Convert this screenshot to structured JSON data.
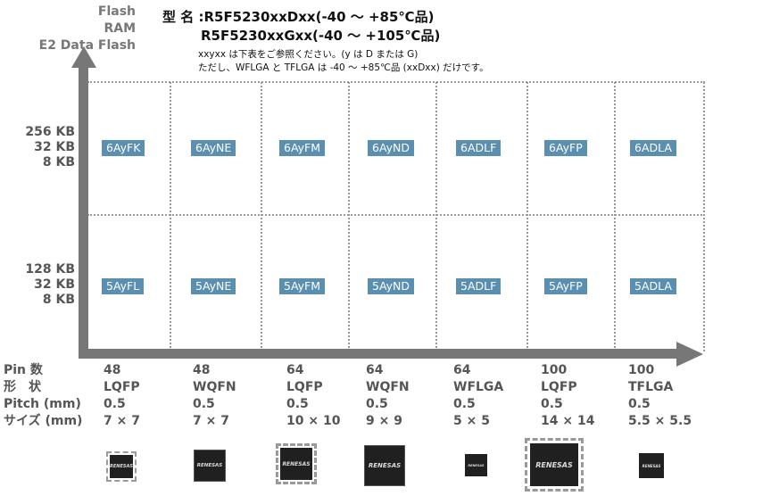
{
  "axis_labels": {
    "flash": "Flash",
    "ram": "RAM",
    "e2": "E2 Data Flash"
  },
  "header": {
    "line1_prefix": "型 名 :",
    "line1_model": "R5F5230xxDxx",
    "line1_range": "(-40 ～ +85℃品)",
    "line2_model": "R5F5230xxGxx",
    "line2_range": "(-40 ～ +105℃品)",
    "note1": "xxyxx は下表をご参照ください。(y は D または G)",
    "note2": "ただし、WFLGA と TFLGA は -40 ～ +85℃品 (xxDxx) だけです。"
  },
  "rows": [
    {
      "memory": [
        "256 KB",
        "32 KB",
        "8 KB"
      ],
      "codes": [
        "6AyFK",
        "6AyNE",
        "6AyFM",
        "6AyND",
        "6ADLF",
        "6AyFP",
        "6ADLA"
      ]
    },
    {
      "memory": [
        "128 KB",
        "32 KB",
        "8 KB"
      ],
      "codes": [
        "5AyFL",
        "5AyNE",
        "5AyFM",
        "5AyND",
        "5ADLF",
        "5AyFP",
        "5ADLA"
      ]
    }
  ],
  "package_headers": {
    "pins": "Pin 数",
    "shape": "形　状",
    "pitch": "Pitch (mm)",
    "size": "サイズ (mm)"
  },
  "packages": [
    {
      "pins": "48",
      "shape": "LQFP",
      "pitch": "0.5",
      "size": "7 × 7",
      "chip_icon": "qfp-chip-icon"
    },
    {
      "pins": "48",
      "shape": "WQFN",
      "pitch": "0.5",
      "size": "7 × 7",
      "chip_icon": "qfn-chip-icon"
    },
    {
      "pins": "64",
      "shape": "LQFP",
      "pitch": "0.5",
      "size": "10 × 10",
      "chip_icon": "qfp-chip-icon"
    },
    {
      "pins": "64",
      "shape": "WQFN",
      "pitch": "0.5",
      "size": "9 × 9",
      "chip_icon": "qfn-chip-icon"
    },
    {
      "pins": "64",
      "shape": "WFLGA",
      "pitch": "0.5",
      "size": "5 × 5",
      "chip_icon": "lga-chip-icon"
    },
    {
      "pins": "100",
      "shape": "LQFP",
      "pitch": "0.5",
      "size": "14 × 14",
      "chip_icon": "qfp-chip-icon"
    },
    {
      "pins": "100",
      "shape": "TFLGA",
      "pitch": "0.5",
      "size": "5.5 × 5.5",
      "chip_icon": "lga-chip-icon"
    }
  ],
  "chip_logo": "RENESAS",
  "colors": {
    "badge": "#5a8fb0",
    "axis": "#777777",
    "grid": "#9a9a9a"
  }
}
